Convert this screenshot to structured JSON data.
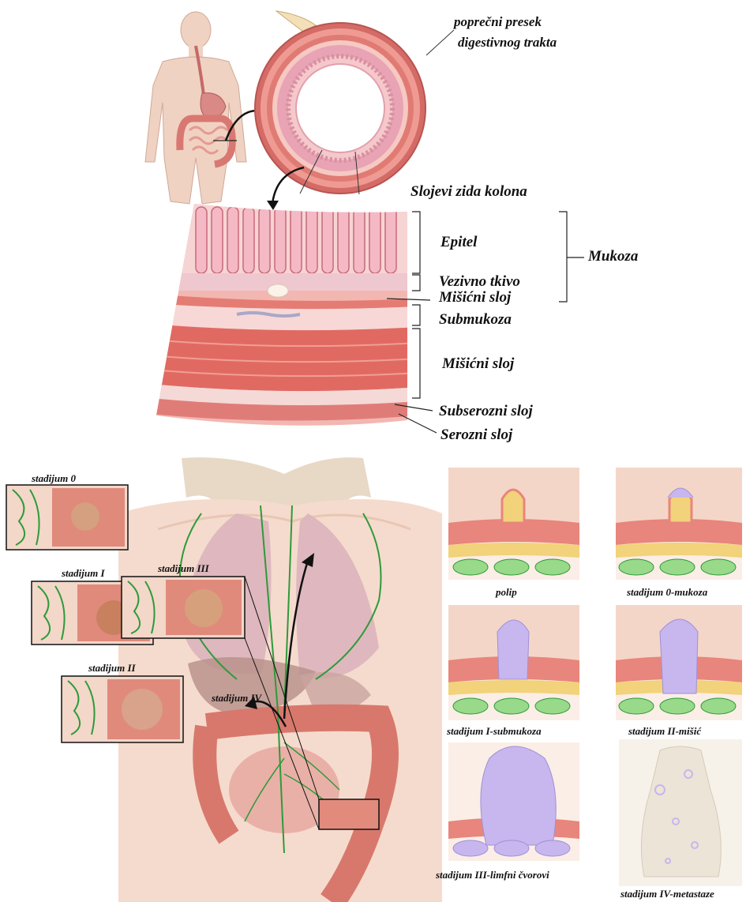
{
  "top": {
    "cross_section_label_line1": "poprečni presek",
    "cross_section_label_line2": "digestivnog trakta",
    "wall_title": "Slojevi zida kolona",
    "layers": {
      "epitel": "Epitel",
      "vezivno_tkivo": "Vezivno tkivo",
      "misicni_sloj_mucosa": "Mišićni sloj",
      "submukoza": "Submukoza",
      "misicni_sloj": "Mišićni sloj",
      "subserozni_sloj": "Subserozni sloj",
      "serozni_sloj": "Serozni sloj"
    },
    "mukoza": "Mukoza"
  },
  "stages_left": {
    "s0": "stadijum 0",
    "s1": "stadijum I",
    "s2": "stadijum II",
    "s3": "stadijum III",
    "s4": "stadijum IV"
  },
  "stages_right": {
    "polip": "polip",
    "s0_mukoza": "stadijum 0-mukoza",
    "s1_submukoza": "stadijum I-submukoza",
    "s2_misic": "stadijum II-mišić",
    "s3_limfni": "stadijum III-limfni čvorovi",
    "s4_metastaze": "stadijum IV-metastaze"
  },
  "colors": {
    "skin": "#f0d2c2",
    "tissue": "#e58a86",
    "tissue_dark": "#c8504e",
    "mucosa_pale": "#f6d9d8",
    "tumor": "#c8b6ee",
    "lymph": "#2e9a3a",
    "lymph_node": "#98d98a",
    "fat": "#f2d27a"
  }
}
